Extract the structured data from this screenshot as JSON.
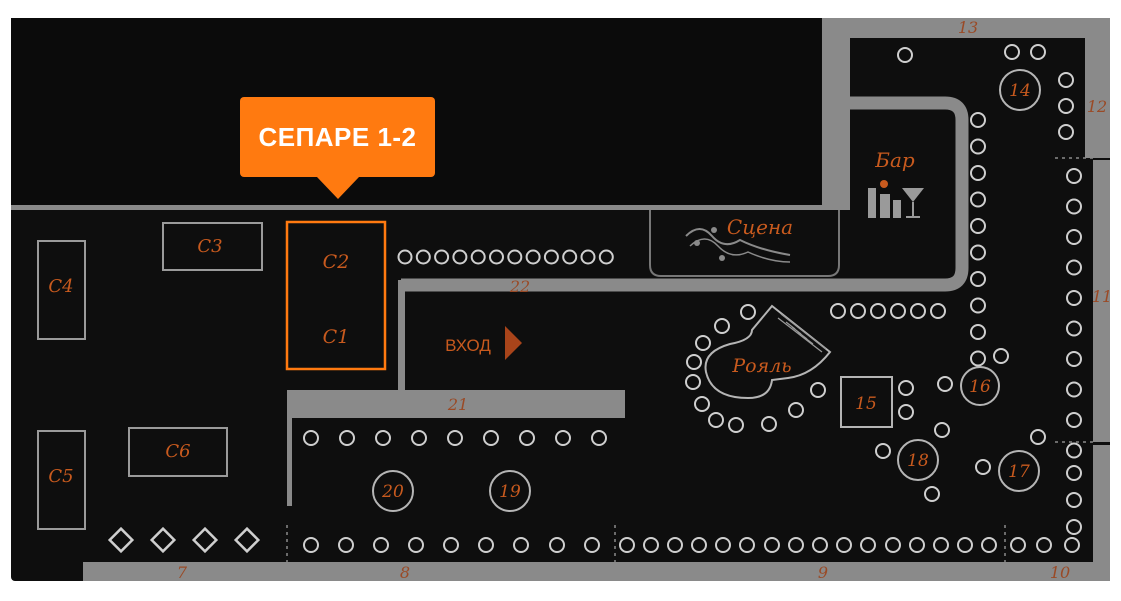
{
  "tooltip": {
    "label": "СЕПАРЕ 1-2"
  },
  "entrance": {
    "label": "ВХОД"
  },
  "zones": {
    "z7": "7",
    "z8": "8",
    "z9": "9",
    "z10": "10",
    "z11": "11",
    "z12": "12",
    "z13": "13",
    "z21": "21",
    "z22": "22"
  },
  "separe": {
    "c1": "C1",
    "c2": "C2",
    "c3": "C3",
    "c4": "C4",
    "c5": "C5",
    "c6": "C6"
  },
  "tables": {
    "t14": "14",
    "t15": "15",
    "t16": "16",
    "t17": "17",
    "t18": "18",
    "t19": "19",
    "t20": "20"
  },
  "venue": {
    "bar": "Бар",
    "stage": "Сцена",
    "piano": "Рояль"
  },
  "colors": {
    "background": "#0e0e0e",
    "wall": "#8a8a8a",
    "accent": "#ff7a10",
    "label": "#c85a1e"
  }
}
